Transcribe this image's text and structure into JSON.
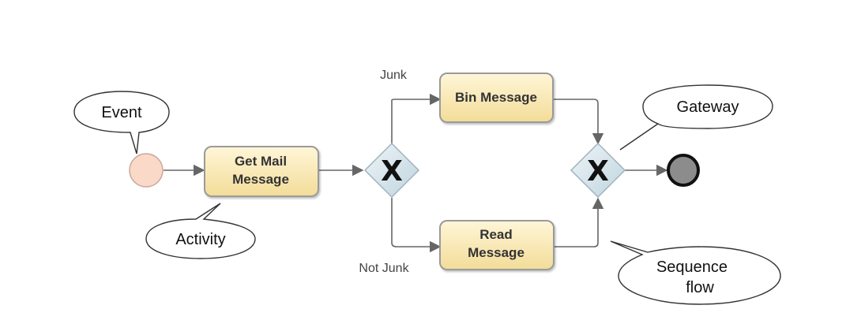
{
  "callouts": {
    "event": "Event",
    "activity": "Activity",
    "gateway": "Gateway",
    "sequence_flow_line1": "Sequence",
    "sequence_flow_line2": "flow"
  },
  "tasks": {
    "get_mail_line1": "Get Mail",
    "get_mail_line2": "Message",
    "bin_message": "Bin Message",
    "read_line1": "Read",
    "read_line2": "Message"
  },
  "flow_labels": {
    "junk": "Junk",
    "not_junk": "Not Junk"
  },
  "gateways": {
    "split_mark": "X",
    "merge_mark": "X"
  },
  "colors": {
    "task_fill_top": "#fff6d8",
    "task_fill_bottom": "#f3dc98",
    "task_stroke": "#9a9a9a",
    "start_event_fill": "#fbd9c9",
    "gateway_fill": "#d9e7ee",
    "end_event_fill": "#8c8c8c",
    "flow_line": "#666666"
  }
}
